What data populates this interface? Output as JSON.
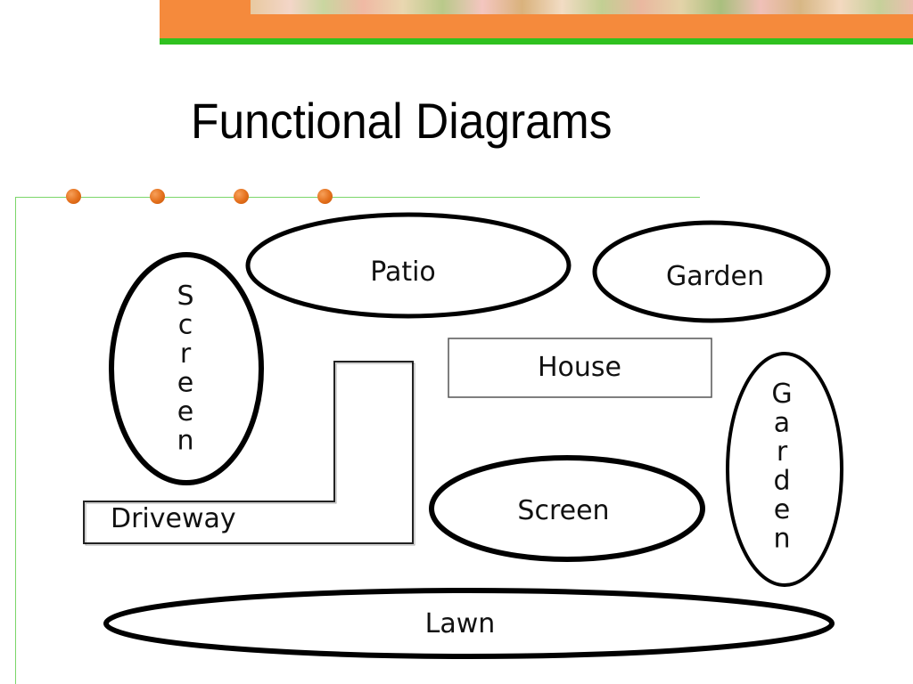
{
  "slide": {
    "title": "Functional Diagrams"
  },
  "diagram": {
    "regions": [
      {
        "id": "patio",
        "label": "Patio",
        "shape": "ellipse",
        "orientation": "horizontal"
      },
      {
        "id": "garden-top",
        "label": "Garden",
        "shape": "ellipse",
        "orientation": "horizontal"
      },
      {
        "id": "screen-left",
        "label": "Screen",
        "shape": "ellipse",
        "orientation": "vertical-stacked"
      },
      {
        "id": "house",
        "label": "House",
        "shape": "rectangle",
        "orientation": "horizontal"
      },
      {
        "id": "garden-right",
        "label": "Garden",
        "shape": "ellipse",
        "orientation": "vertical-stacked"
      },
      {
        "id": "driveway",
        "label": "Driveway",
        "shape": "l-shape",
        "orientation": "horizontal"
      },
      {
        "id": "screen-center",
        "label": "Screen",
        "shape": "ellipse",
        "orientation": "horizontal"
      },
      {
        "id": "lawn",
        "label": "Lawn",
        "shape": "ellipse",
        "orientation": "horizontal"
      }
    ]
  },
  "colors": {
    "banner_orange": "#f58a3c",
    "banner_green": "#2fc11f",
    "frame_line": "#7bd66a",
    "bullet_dot": "#e36f1b",
    "outline": "#000000"
  }
}
